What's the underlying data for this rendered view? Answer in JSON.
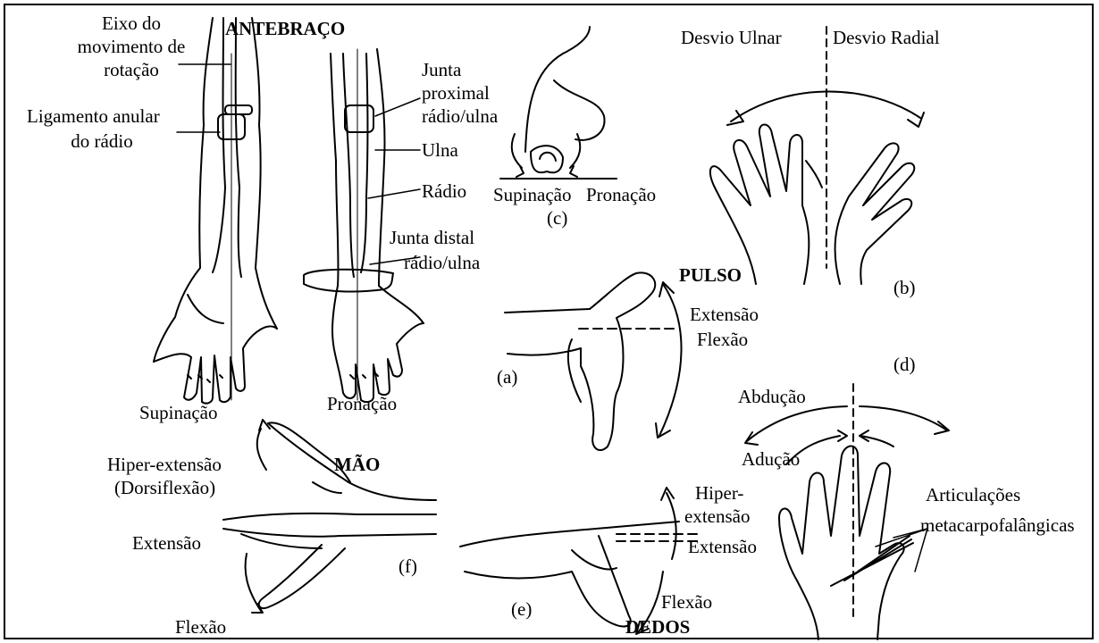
{
  "labels": {
    "antebraco": "ANTEBRAÇO",
    "eixo": "Eixo do",
    "movimento": "movimento de",
    "rotacao": "rotação",
    "ligamento": "Ligamento anular",
    "do_radio": "do rádio",
    "junta": "Junta",
    "proximal": "proximal",
    "radio_ulna_1": "rádio/ulna",
    "ulna": "Ulna",
    "radio": "Rádio",
    "junta_distal": "Junta distal",
    "radio_ulna_2": "rádio/ulna",
    "supinacao_bottom": "Supinação",
    "pronacao_bottom": "Pronação",
    "supinacao_c": "Supinação",
    "pronacao_c": "Pronação",
    "c": "(c)",
    "desvio_ulnar": "Desvio Ulnar",
    "desvio_radial": "Desvio Radial",
    "b": "(b)",
    "pulso": "PULSO",
    "extensao_a": "Extensão",
    "flexao_a": "Flexão",
    "a": "(a)",
    "d": "(d)",
    "abducao": "Abdução",
    "aducao": "Adução",
    "articulacoes": "Articulações",
    "metacarpo": "metacarpofalângicas",
    "hiper_ext": "Hiper-extensão",
    "dorsiflexao": "(Dorsiflexão)",
    "mao": "MÃO",
    "extensao_f": "Extensão",
    "f": "(f)",
    "flexao_f": "Flexão",
    "hiper": "Hiper-",
    "extensao_e1": "extensão",
    "extensao_e2": "Extensão",
    "e": "(e)",
    "flexao_e": "Flexão",
    "dedos": "DEDOS"
  }
}
